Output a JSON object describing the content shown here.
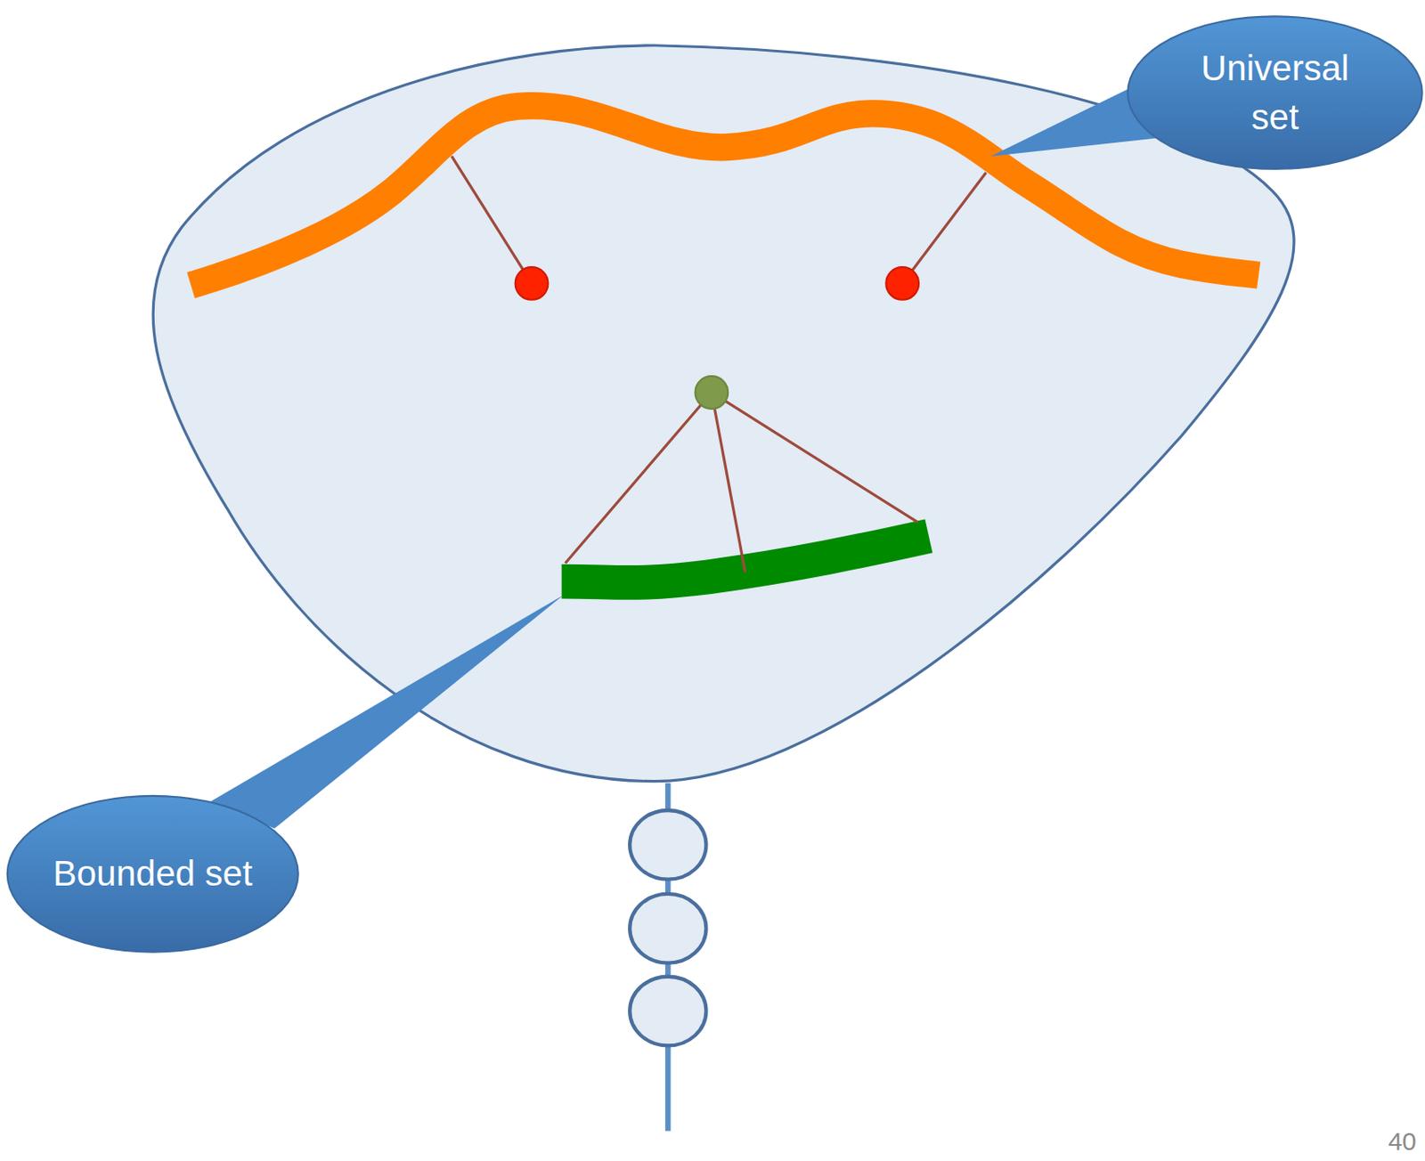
{
  "diagram": {
    "nodes": [
      {
        "text": [
          "Universal set"
        ]
      },
      {
        "text": [
          "Bounded set"
        ]
      }
    ],
    "labels": [
      "40"
    ]
  }
}
